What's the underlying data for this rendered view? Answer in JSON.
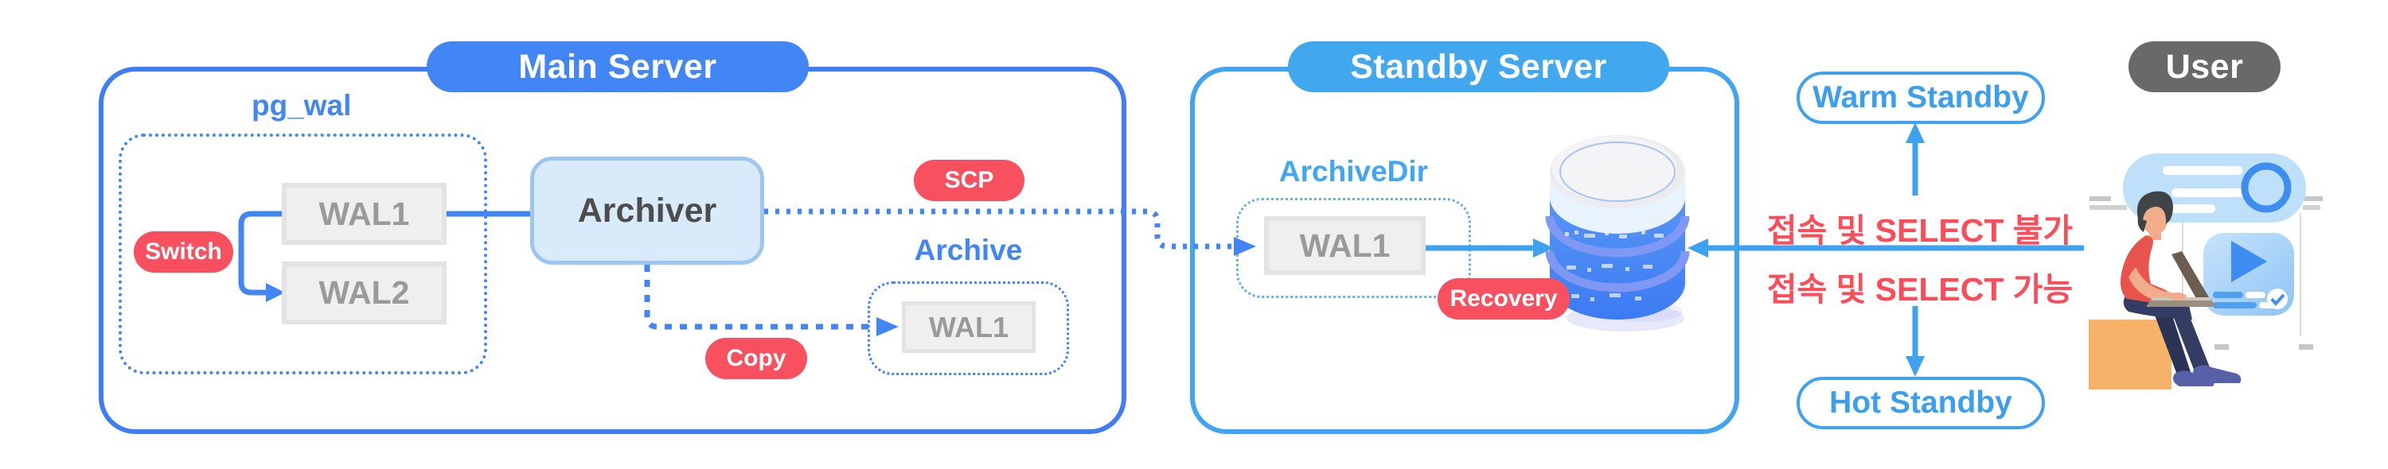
{
  "main_server": {
    "title": "Main Server",
    "pg_wal_label": "pg_wal",
    "wal1_label": "WAL1",
    "wal2_label": "WAL2",
    "switch_badge": "Switch",
    "archiver_label": "Archiver",
    "scp_badge": "SCP",
    "copy_badge": "Copy",
    "archive_label": "Archive",
    "archive_wal1_label": "WAL1"
  },
  "standby_server": {
    "title": "Standby Server",
    "archive_dir_label": "ArchiveDir",
    "wal1_label": "WAL1",
    "recovery_badge": "Recovery",
    "database_icon": "database-cylinder"
  },
  "annotations": {
    "warm_standby_label": "Warm Standby",
    "hot_standby_label": "Hot Standby",
    "warm_note": "접속 및 SELECT 불가",
    "hot_note": "접속 및 SELECT 가능",
    "user_label": "User",
    "user_icon": "person-with-laptop"
  },
  "colors": {
    "main_blue": "#4285F4",
    "main_border_blue": "#3E7DF5",
    "standby_blue": "#41A7EE",
    "standby_line_blue": "#3FA2F0",
    "badge_red": "#F8505F",
    "note_red": "#FB4D59",
    "wal_fill": "#EFEFEF",
    "wal_border": "#E3E3E3",
    "wal_text": "#9A9A9A",
    "archiver_fill": "#D9EAFB",
    "archiver_border": "#9CC5F0",
    "user_pill_gray": "#696969",
    "db_body_blue": "#4285F4",
    "seat_orange": "#F7B269",
    "shirt_red": "#E8544B"
  }
}
